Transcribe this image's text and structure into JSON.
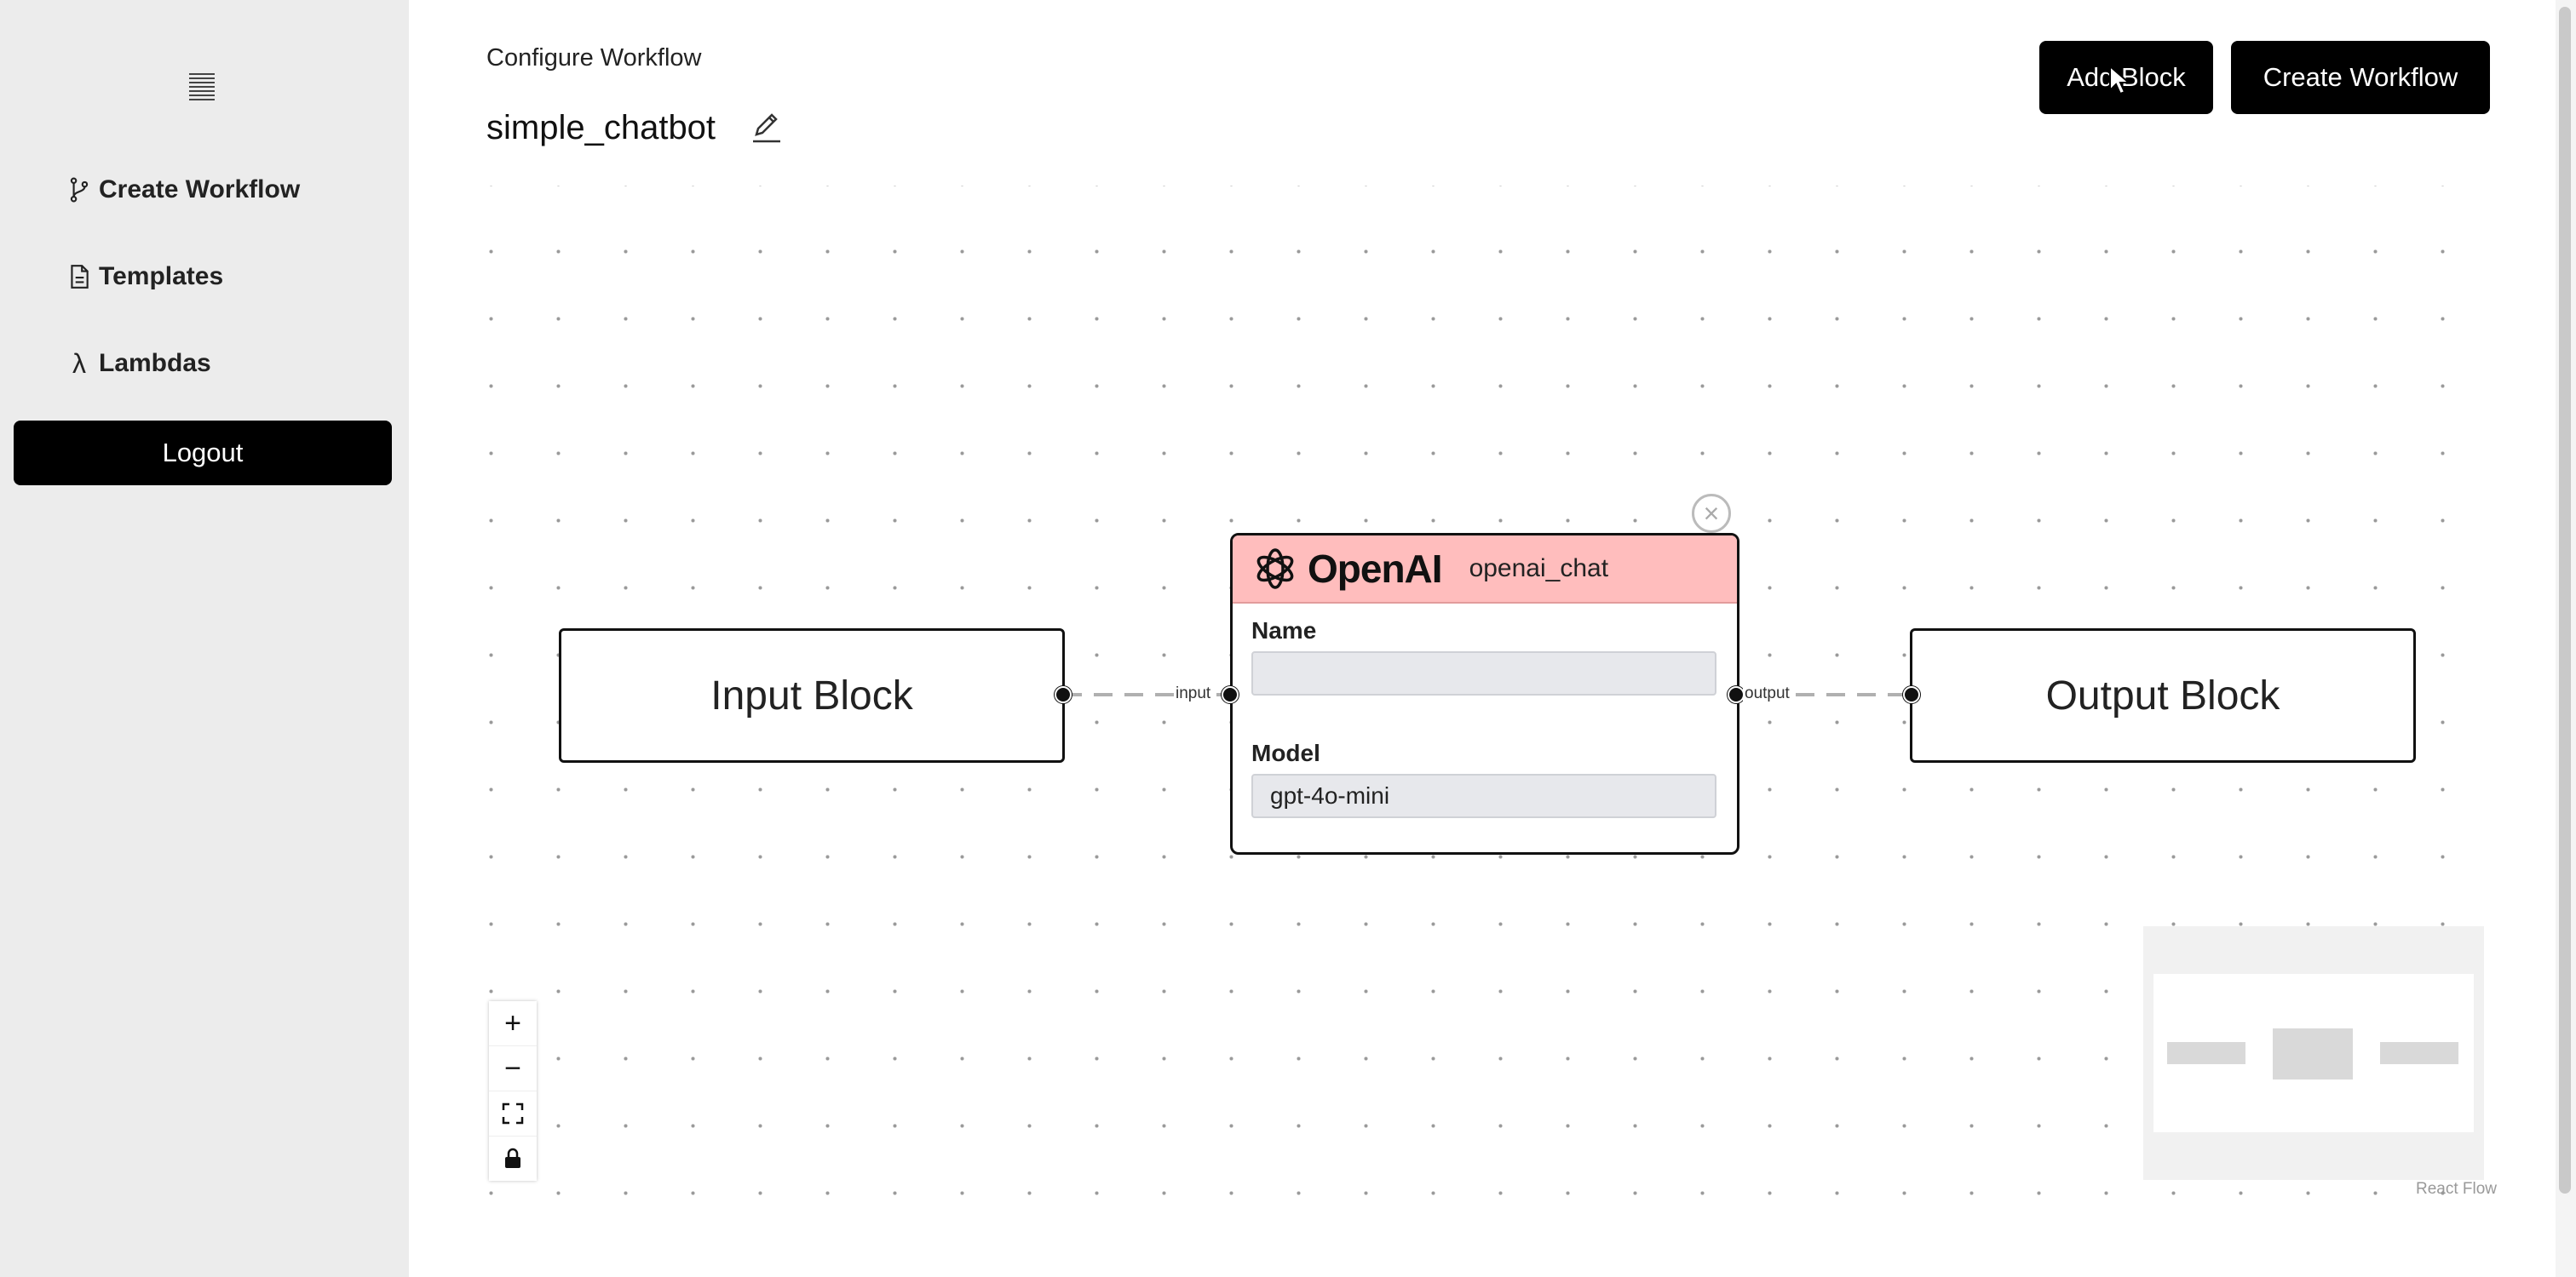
{
  "sidebar": {
    "items": [
      {
        "label": "Create Workflow",
        "icon": "branch-icon"
      },
      {
        "label": "Templates",
        "icon": "document-icon"
      },
      {
        "label": "Lambdas",
        "icon": "lambda-icon"
      }
    ],
    "lambda_glyph": "λ",
    "logout_label": "Logout"
  },
  "header": {
    "section_label": "Configure Workflow",
    "workflow_name": "simple_chatbot",
    "add_block_label": "Add Block",
    "create_workflow_label": "Create Workflow"
  },
  "canvas": {
    "input_node": {
      "label": "Input Block"
    },
    "output_node": {
      "label": "Output Block"
    },
    "openai_node": {
      "brand": "OpenAI",
      "type": "openai_chat",
      "name_label": "Name",
      "name_value": "",
      "model_label": "Model",
      "model_value": "gpt-4o-mini",
      "header_color": "#ffbdbd"
    },
    "edge_labels": {
      "input": "input",
      "output": "output"
    },
    "controls": {
      "zoom_in": "+",
      "zoom_out": "−"
    },
    "attribution": "React Flow"
  }
}
